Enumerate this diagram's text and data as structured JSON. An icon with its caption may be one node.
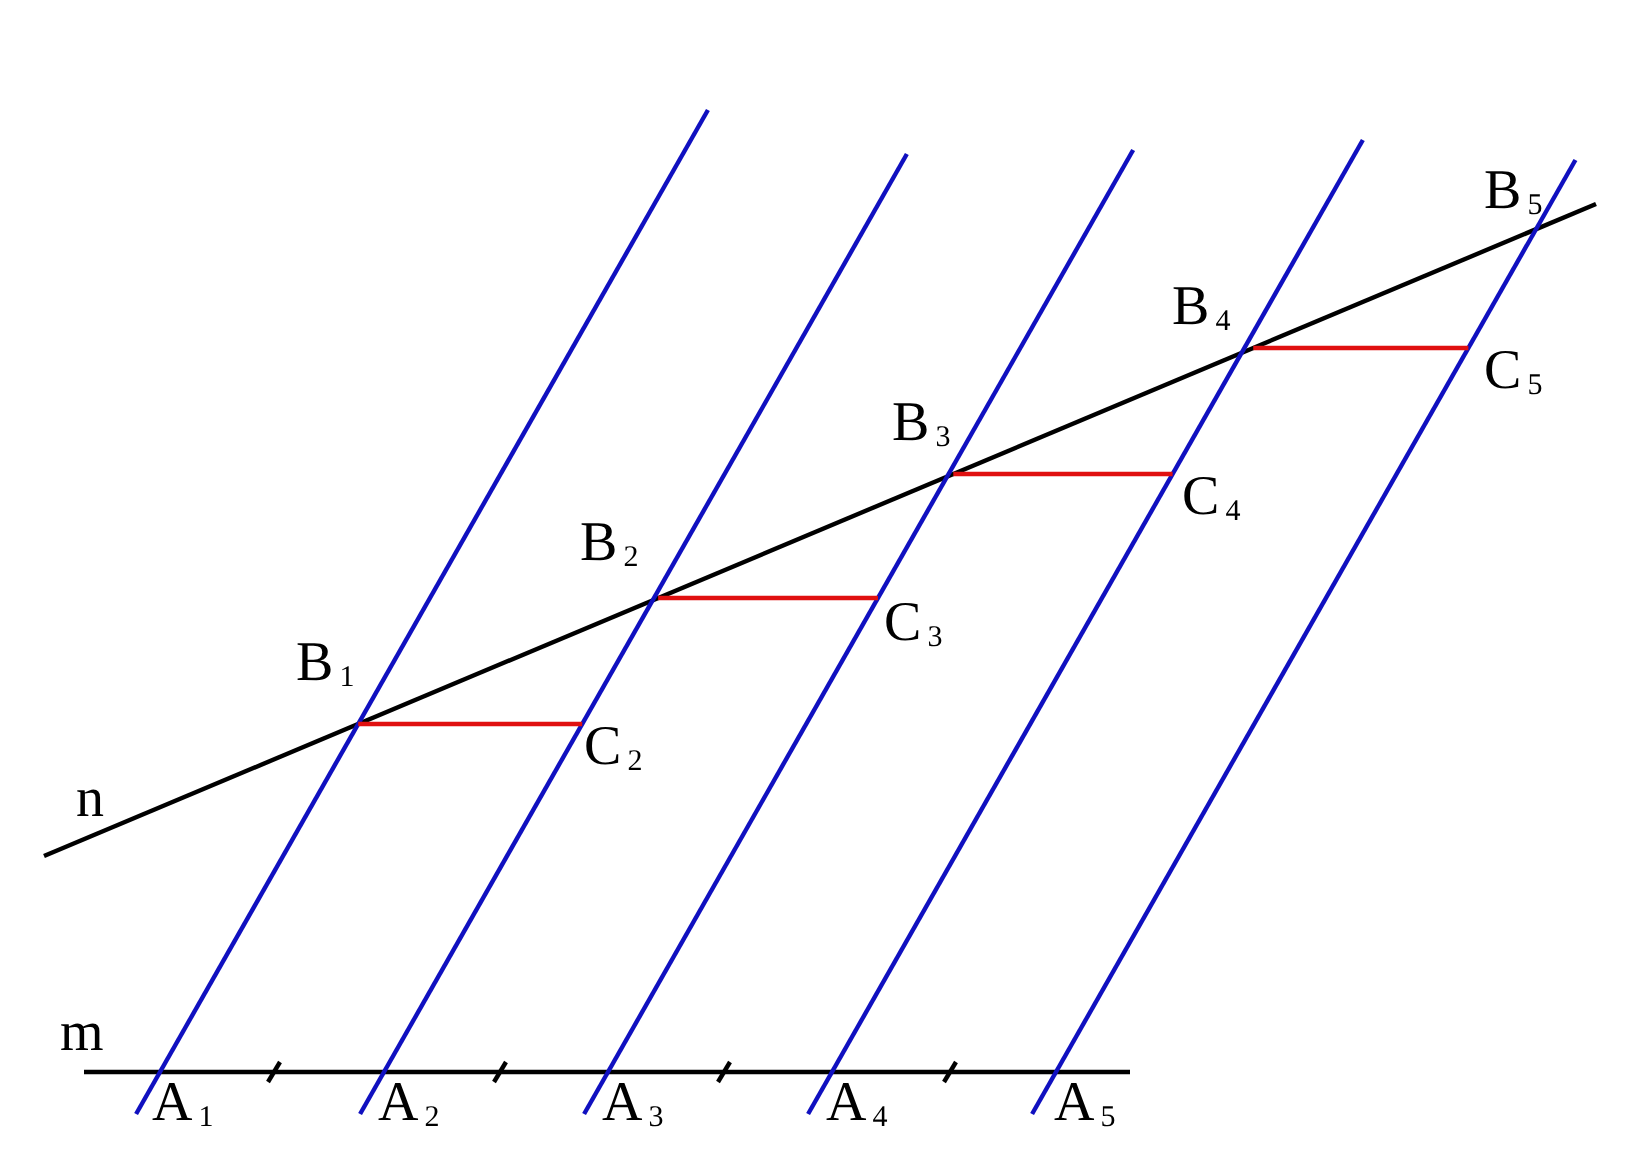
{
  "diagram": {
    "labels": [
      "B$_{5}$",
      "B$_{4}$",
      "C$_{5}$",
      "B$_{3}$",
      "C$_{4}$",
      "B$_{2}$",
      "C$_{3}$",
      "B$_{1}$",
      "C$_{2}$",
      "n",
      "m",
      "A$_{1}$",
      "A$_{2}$",
      "A$_{3}$",
      "A$_{4}$",
      "A$_{5}$"
    ]
  }
}
